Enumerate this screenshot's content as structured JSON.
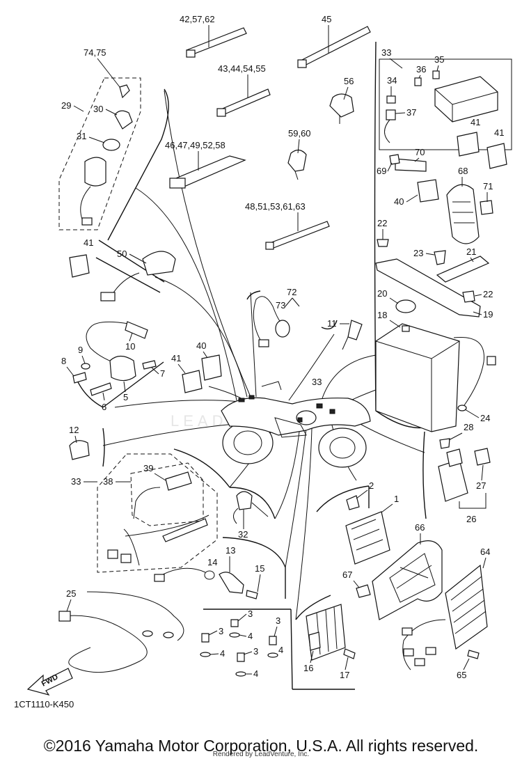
{
  "diagram_code": "1CT1110-K450",
  "fwd_label": "FWD",
  "copyright": "©2016 Yamaha Motor Corporation, U.S.A. All rights reserved.",
  "rendered_by": "Rendered by LeadVenture, Inc.",
  "watermark": "LEAD",
  "callouts": {
    "c74_75": "74,75",
    "c29": "29",
    "c30": "30",
    "c31": "31",
    "c41a": "41",
    "c50": "50",
    "c42_57_62": "42,57,62",
    "c45": "45",
    "c43_44_54_55": "43,44,54,55",
    "c56": "56",
    "c46_47_49_52_58": "46,47,49,52,58",
    "c59_60": "59,60",
    "c48_51_53_61_63": "48,51,53,61,63",
    "c33a": "33",
    "c35": "35",
    "c36": "36",
    "c34": "34",
    "c37": "37",
    "c41b": "41",
    "c41c": "41",
    "c69": "69",
    "c70": "70",
    "c68": "68",
    "c40a": "40",
    "c71": "71",
    "c22a": "22",
    "c23": "23",
    "c21": "21",
    "c22b": "22",
    "c19": "19",
    "c20": "20",
    "c18": "18",
    "c24": "24",
    "c72": "72",
    "c73": "73",
    "c11": "11",
    "c10": "10",
    "c9": "9",
    "c8": "8",
    "c7": "7",
    "c6": "6",
    "c5": "5",
    "c41d": "41",
    "c40b": "40",
    "c33b": "33",
    "c12": "12",
    "c33c": "33",
    "c38": "38",
    "c39": "39",
    "c32": "32",
    "c2": "2",
    "c1": "1",
    "c28": "28",
    "c27": "27",
    "c26": "26",
    "c66": "66",
    "c64": "64",
    "c13": "13",
    "c14": "14",
    "c15": "15",
    "c67": "67",
    "c25": "25",
    "c3a": "3",
    "c3b": "3",
    "c3c": "3",
    "c3d": "3",
    "c4a": "4",
    "c4b": "4",
    "c4c": "4",
    "c4d": "4",
    "c16": "16",
    "c17": "17",
    "c65": "65"
  }
}
